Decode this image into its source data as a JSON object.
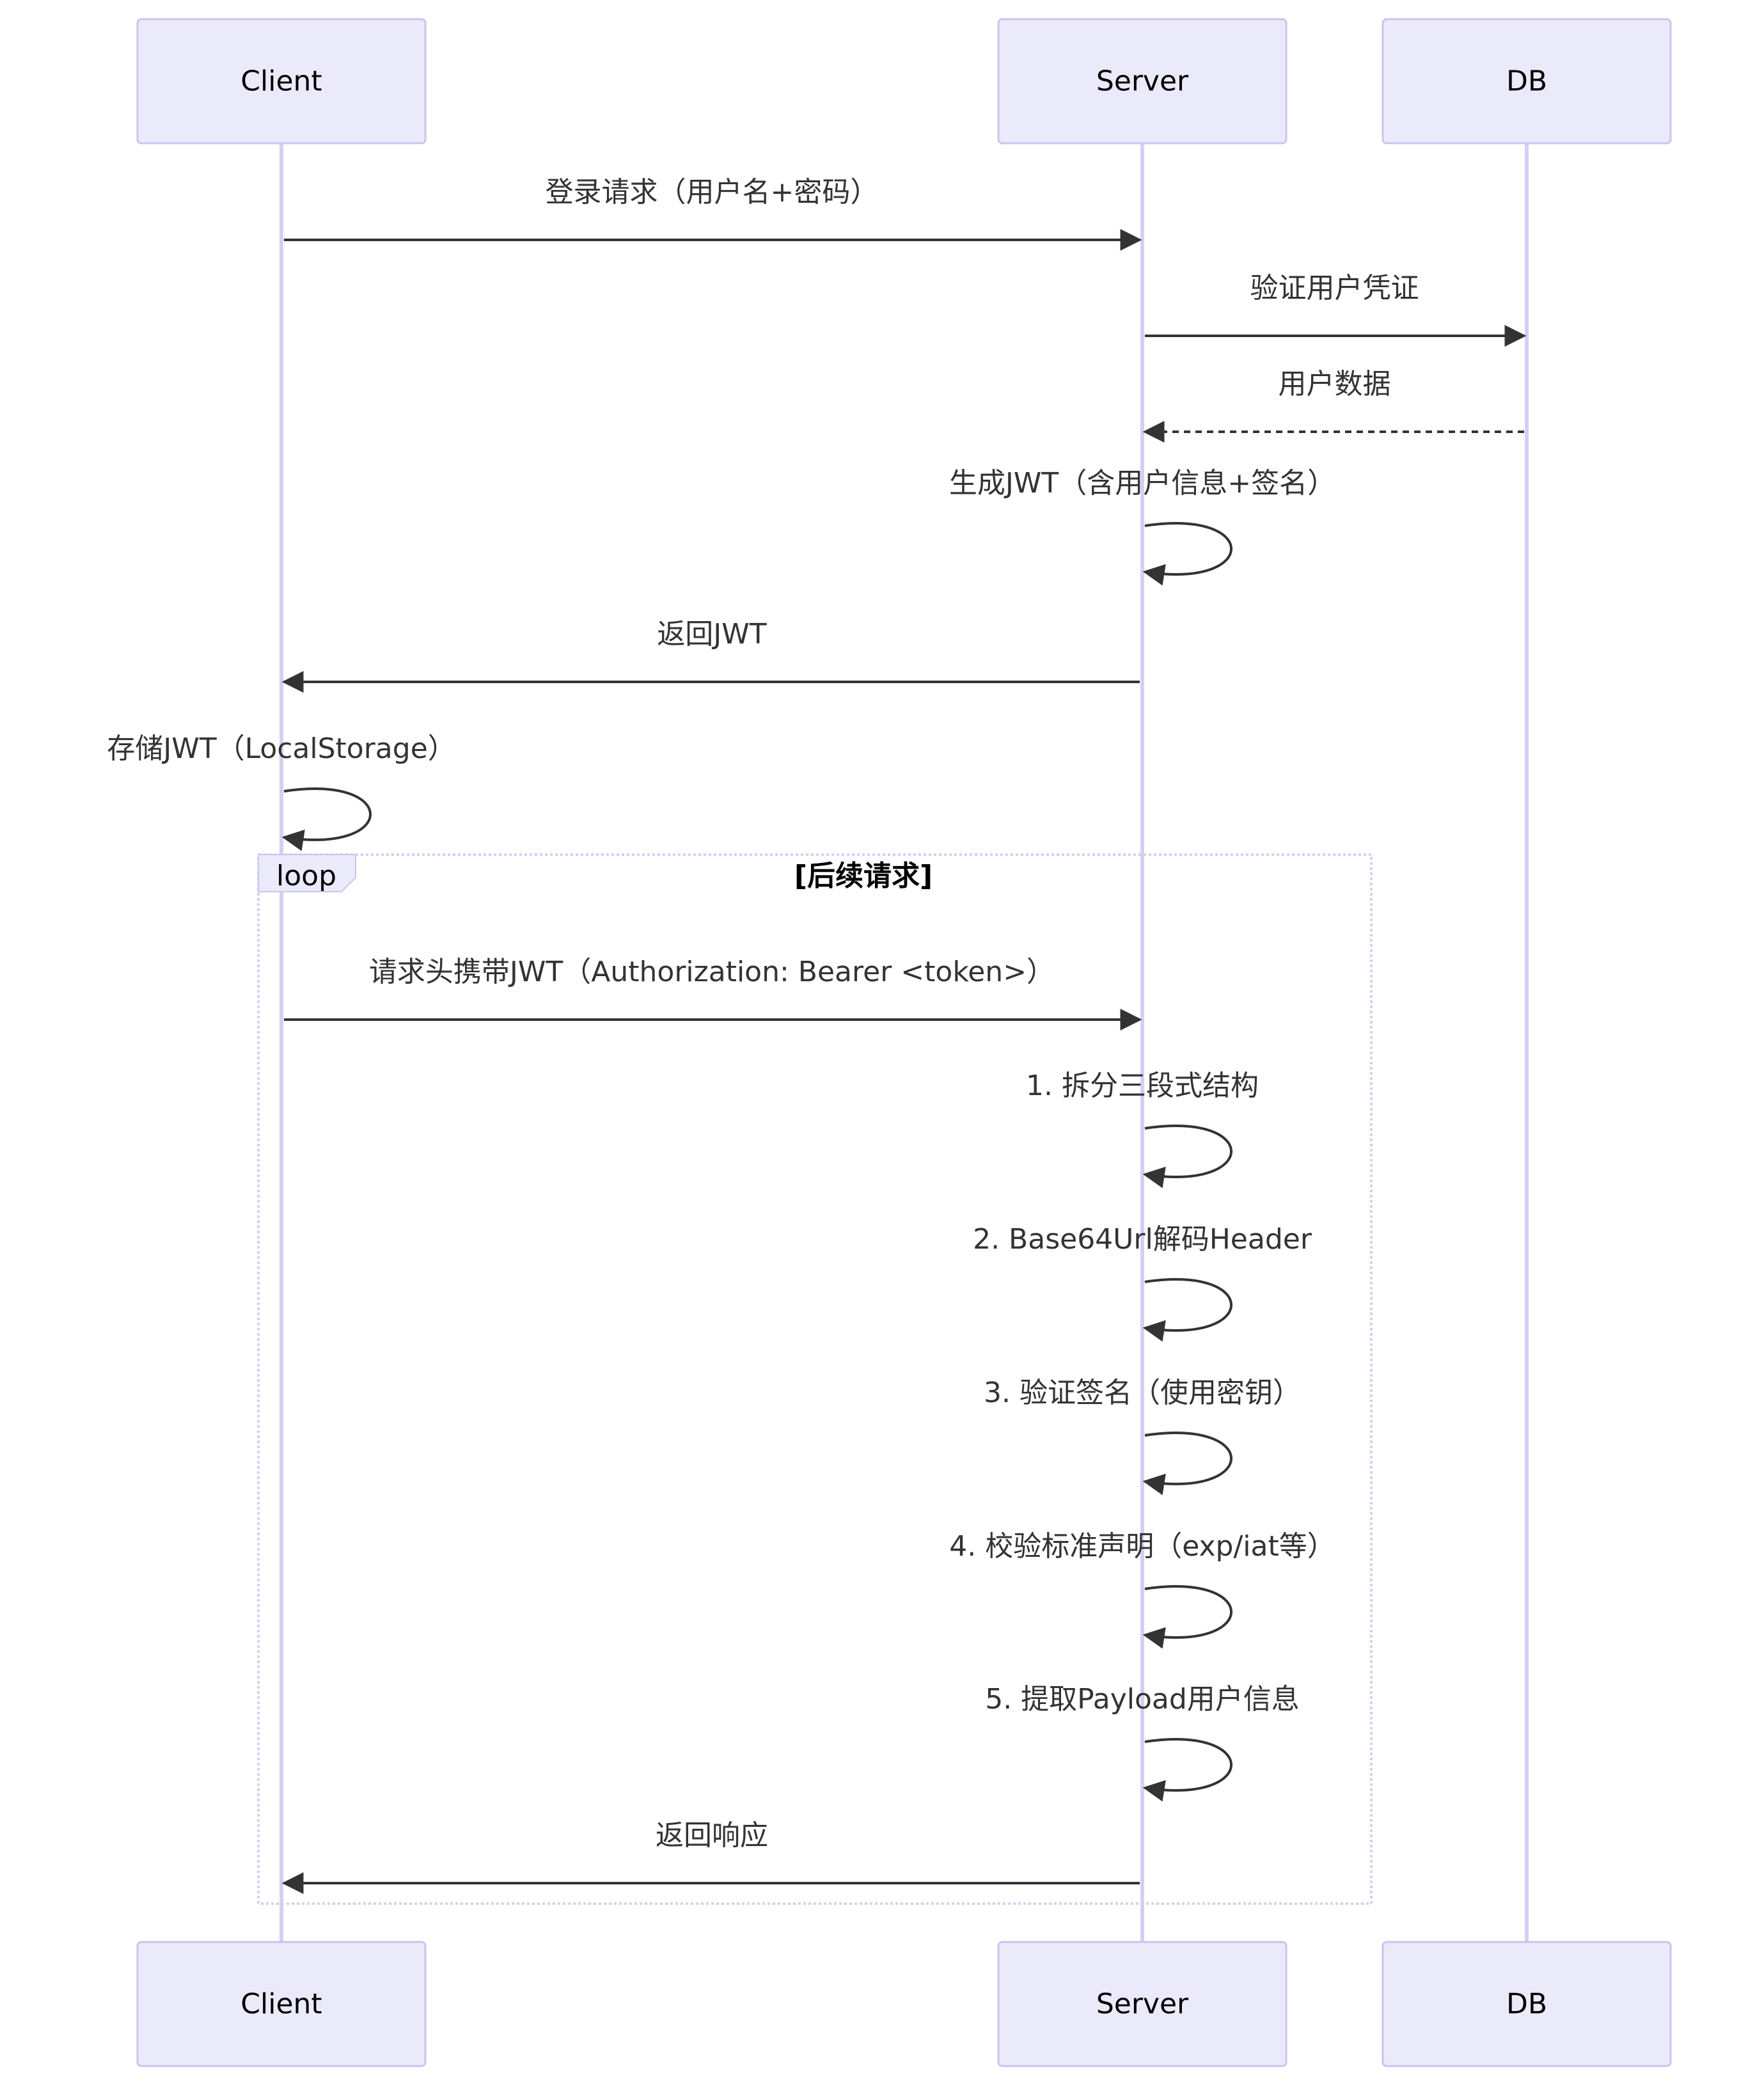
{
  "participants": [
    {
      "id": "client",
      "label": "Client"
    },
    {
      "id": "server",
      "label": "Server"
    },
    {
      "id": "db",
      "label": "DB"
    }
  ],
  "messages": [
    {
      "from": "client",
      "to": "server",
      "text": "登录请求（用户名+密码）",
      "style": "solid"
    },
    {
      "from": "server",
      "to": "db",
      "text": "验证用户凭证",
      "style": "solid"
    },
    {
      "from": "db",
      "to": "server",
      "text": "用户数据",
      "style": "dashed"
    },
    {
      "from": "server",
      "to": "server",
      "text": "生成JWT（含用户信息+签名）",
      "style": "solid"
    },
    {
      "from": "server",
      "to": "client",
      "text": "返回JWT",
      "style": "solid"
    },
    {
      "from": "client",
      "to": "client",
      "text": "存储JWT（LocalStorage）",
      "style": "solid"
    },
    {
      "from": "client",
      "to": "server",
      "text": "请求头携带JWT（Authorization: Bearer <token>）",
      "style": "solid"
    },
    {
      "from": "server",
      "to": "server",
      "text": "1. 拆分三段式结构",
      "style": "solid"
    },
    {
      "from": "server",
      "to": "server",
      "text": "2. Base64Url解码Header",
      "style": "solid"
    },
    {
      "from": "server",
      "to": "server",
      "text": "3. 验证签名（使用密钥）",
      "style": "solid"
    },
    {
      "from": "server",
      "to": "server",
      "text": "4. 校验标准声明（exp/iat等）",
      "style": "solid"
    },
    {
      "from": "server",
      "to": "server",
      "text": "5. 提取Payload用户信息",
      "style": "solid"
    },
    {
      "from": "server",
      "to": "client",
      "text": "返回响应",
      "style": "solid"
    }
  ],
  "loop": {
    "label": "loop",
    "condition": "[后续请求]"
  },
  "colors": {
    "actor_fill": "#eaeafb",
    "actor_border": "#c9c5ee",
    "lifeline": "#d4d0f2",
    "arrow": "#333333",
    "text": "#333333"
  }
}
